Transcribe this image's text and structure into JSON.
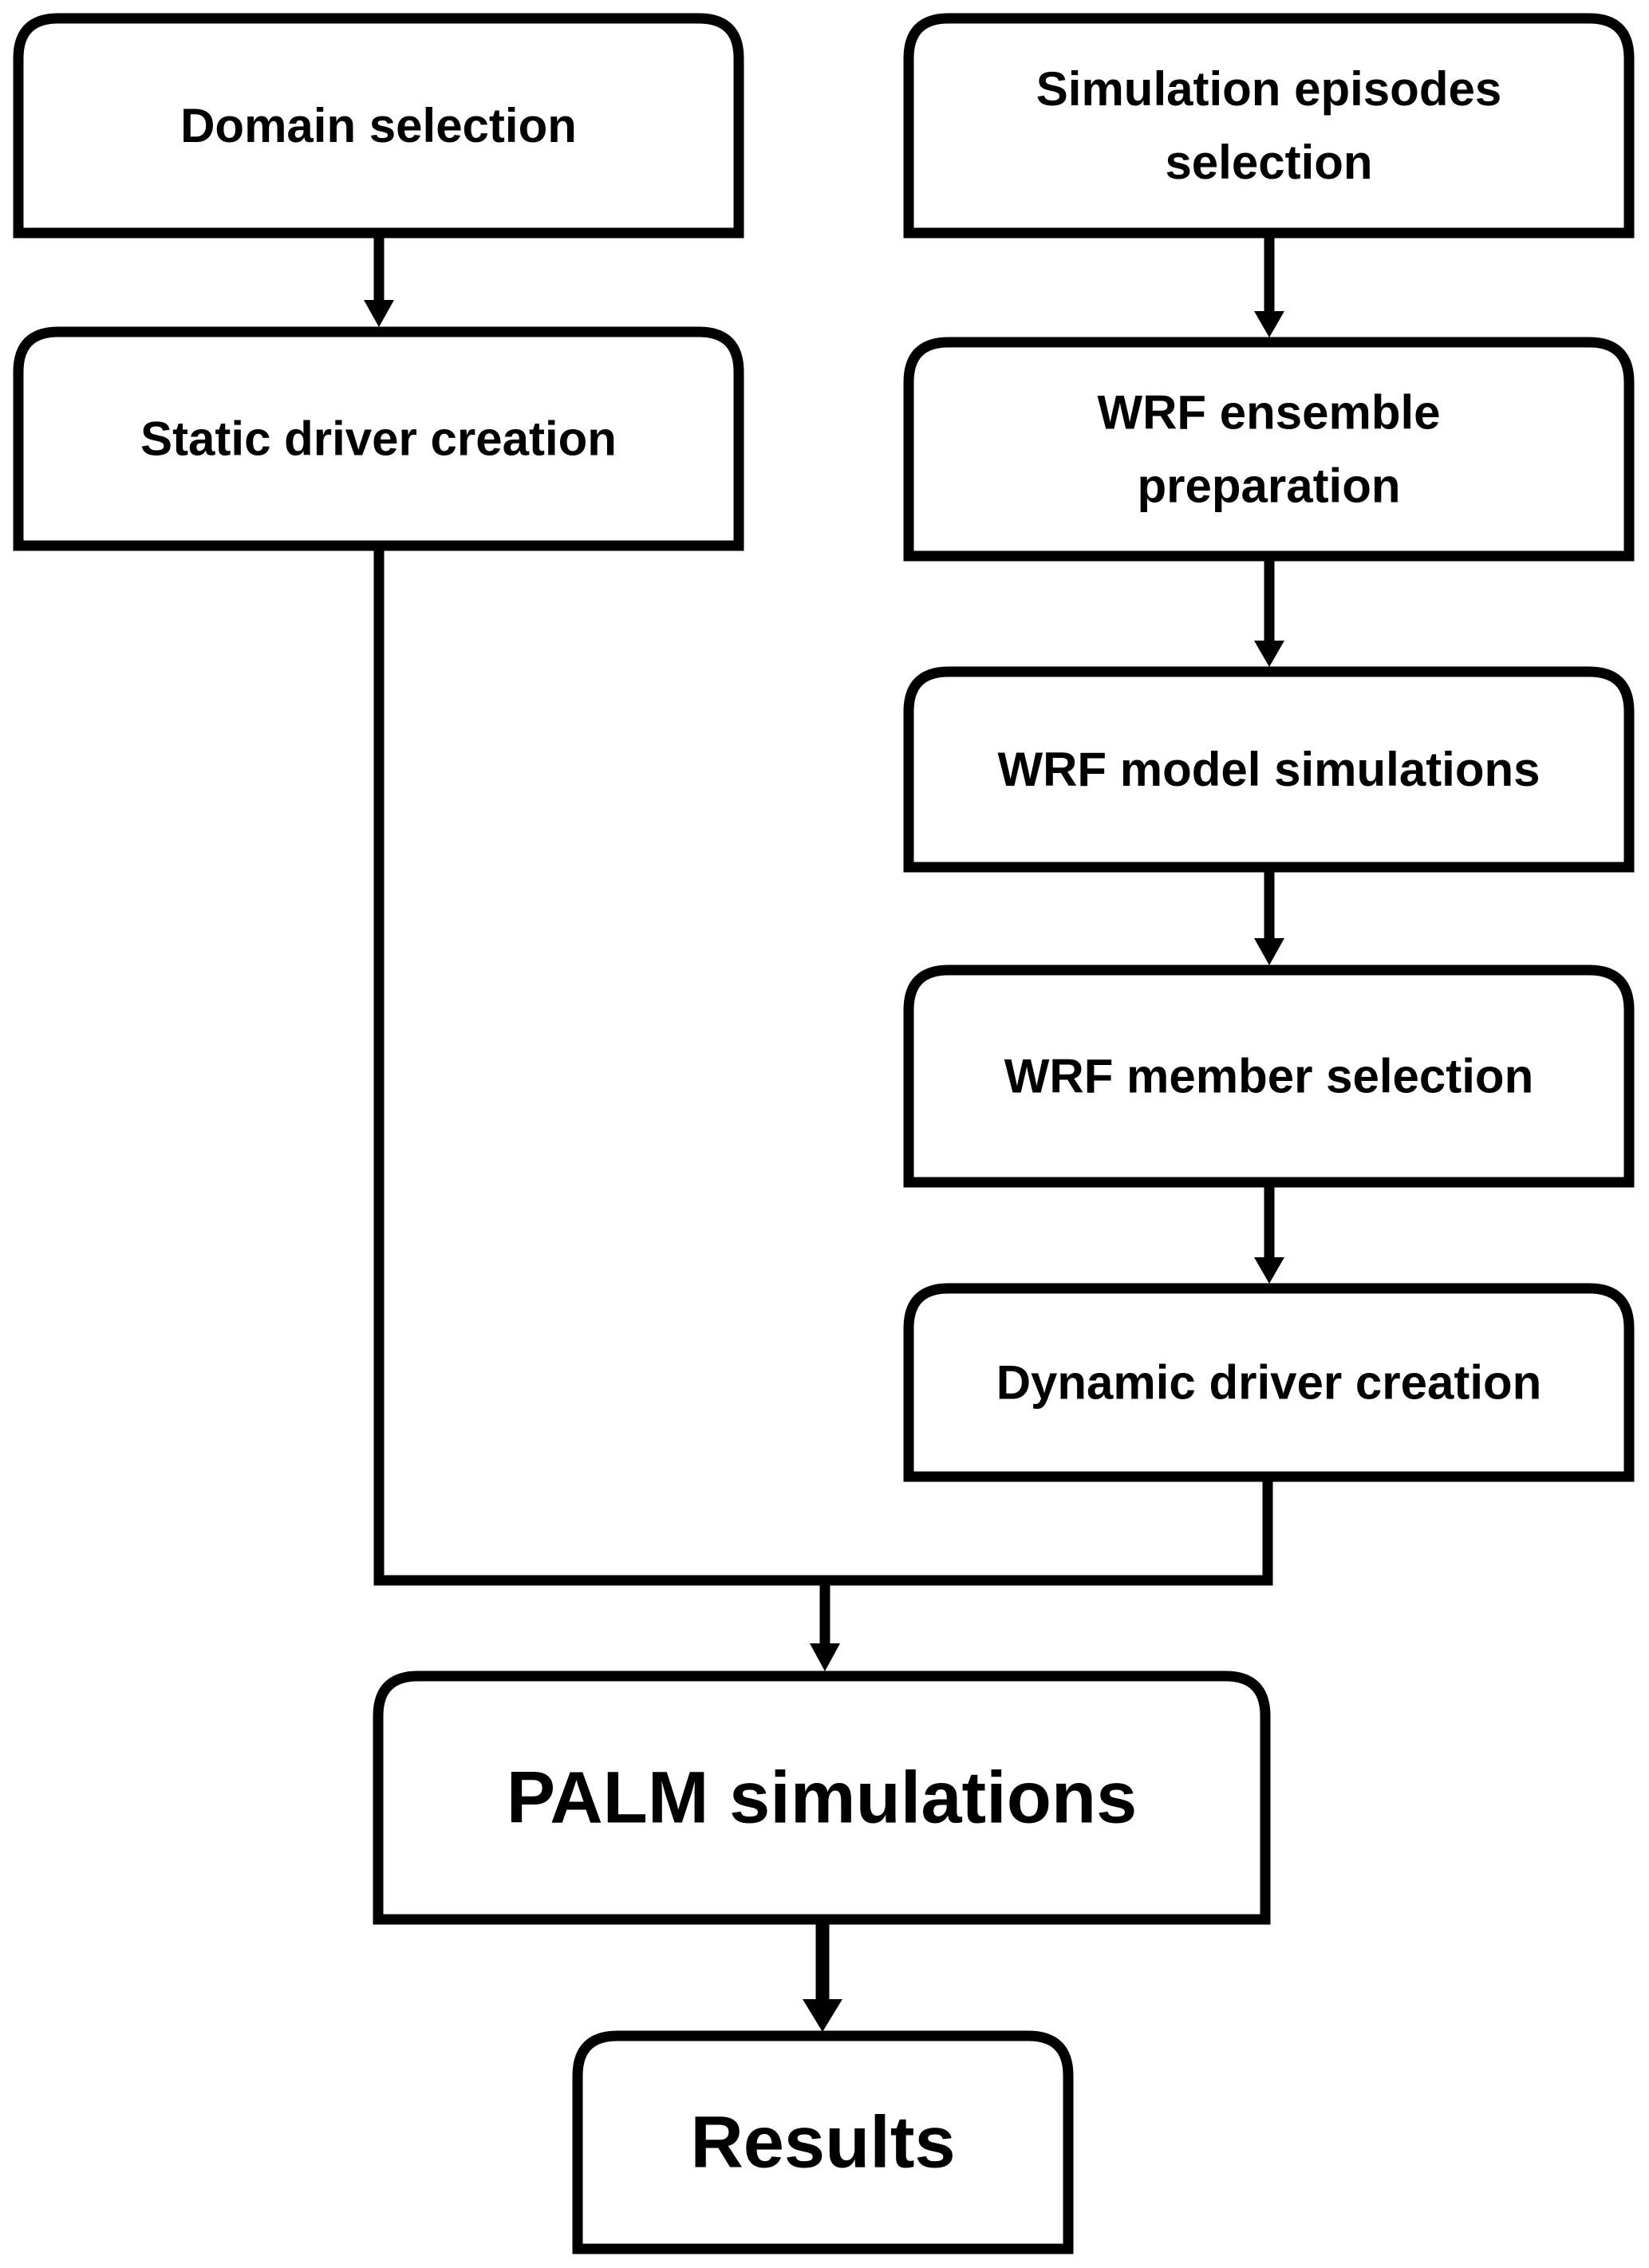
{
  "diagram": {
    "type": "flowchart",
    "nodes": {
      "domain_selection": {
        "lines": [
          "Domain selection"
        ]
      },
      "static_driver": {
        "lines": [
          "Static driver creation"
        ]
      },
      "simulation_episodes": {
        "lines": [
          "Simulation episodes",
          "selection"
        ]
      },
      "wrf_ensemble": {
        "lines": [
          "WRF ensemble",
          "preparation"
        ]
      },
      "wrf_model": {
        "lines": [
          "WRF model simulations"
        ]
      },
      "wrf_member": {
        "lines": [
          "WRF member selection"
        ]
      },
      "dynamic_driver": {
        "lines": [
          "Dynamic driver creation"
        ]
      },
      "palm": {
        "lines": [
          "PALM simulations"
        ]
      },
      "results": {
        "lines": [
          "Results"
        ]
      }
    },
    "edges": [
      {
        "from": "Domain selection",
        "to": "Static driver creation"
      },
      {
        "from": "Simulation episodes selection",
        "to": "WRF ensemble preparation"
      },
      {
        "from": "WRF ensemble preparation",
        "to": "WRF model simulations"
      },
      {
        "from": "WRF model simulations",
        "to": "WRF member selection"
      },
      {
        "from": "WRF member selection",
        "to": "Dynamic driver creation"
      },
      {
        "from": "Static driver creation",
        "to": "PALM simulations"
      },
      {
        "from": "Dynamic driver creation",
        "to": "PALM simulations"
      },
      {
        "from": "PALM simulations",
        "to": "Results"
      }
    ],
    "colors": {
      "stroke": "#000000",
      "fill": "#ffffff",
      "text": "#000000"
    }
  }
}
